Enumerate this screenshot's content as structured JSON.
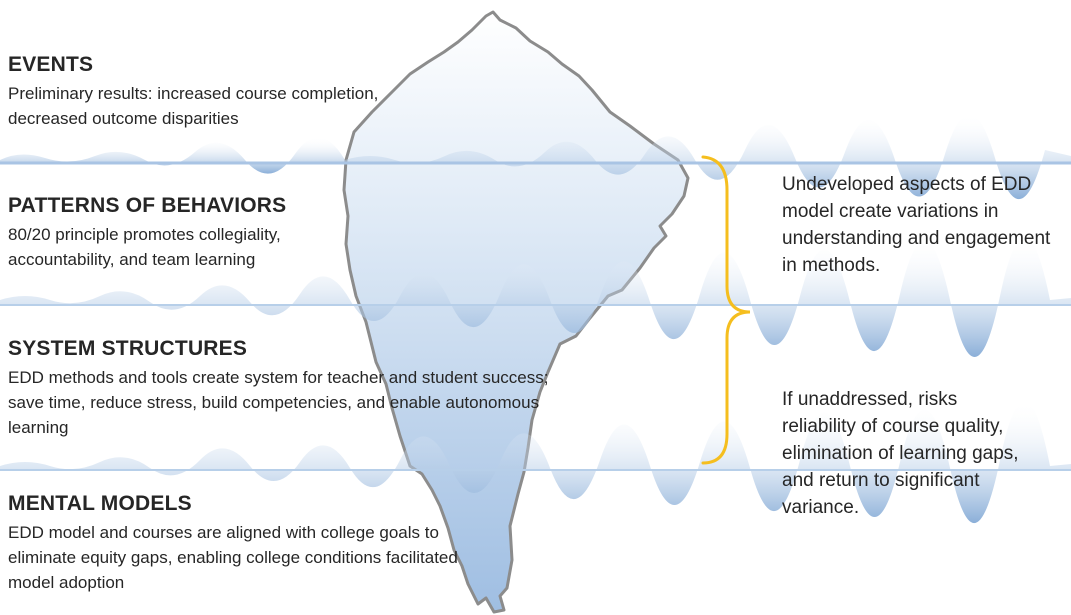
{
  "levels": [
    {
      "heading": "EVENTS",
      "text": "Preliminary results: increased course completion, decreased outcome disparities"
    },
    {
      "heading": "PATTERNS OF BEHAVIORS",
      "text": "80/20 principle promotes collegiality, accountability, and team learning"
    },
    {
      "heading": "SYSTEM STRUCTURES",
      "text": "EDD methods and tools create system for teacher and student success; save time, reduce stress, build competencies, and enable autonomous learning"
    },
    {
      "heading": "MENTAL MODELS",
      "text": "EDD model and courses are aligned with college goals to eliminate equity gaps, enabling college conditions facilitated model adoption"
    }
  ],
  "notes": [
    "Undeveloped aspects of EDD model create variations in understanding and engagement in methods.",
    "If unaddressed, risks reliability of course quality, elimination of learning gaps, and return to significant variance."
  ],
  "colors": {
    "bracket": "#F5BE1E",
    "iceberg_outline": "#8C8C8C",
    "water": "#8FB3DA"
  }
}
